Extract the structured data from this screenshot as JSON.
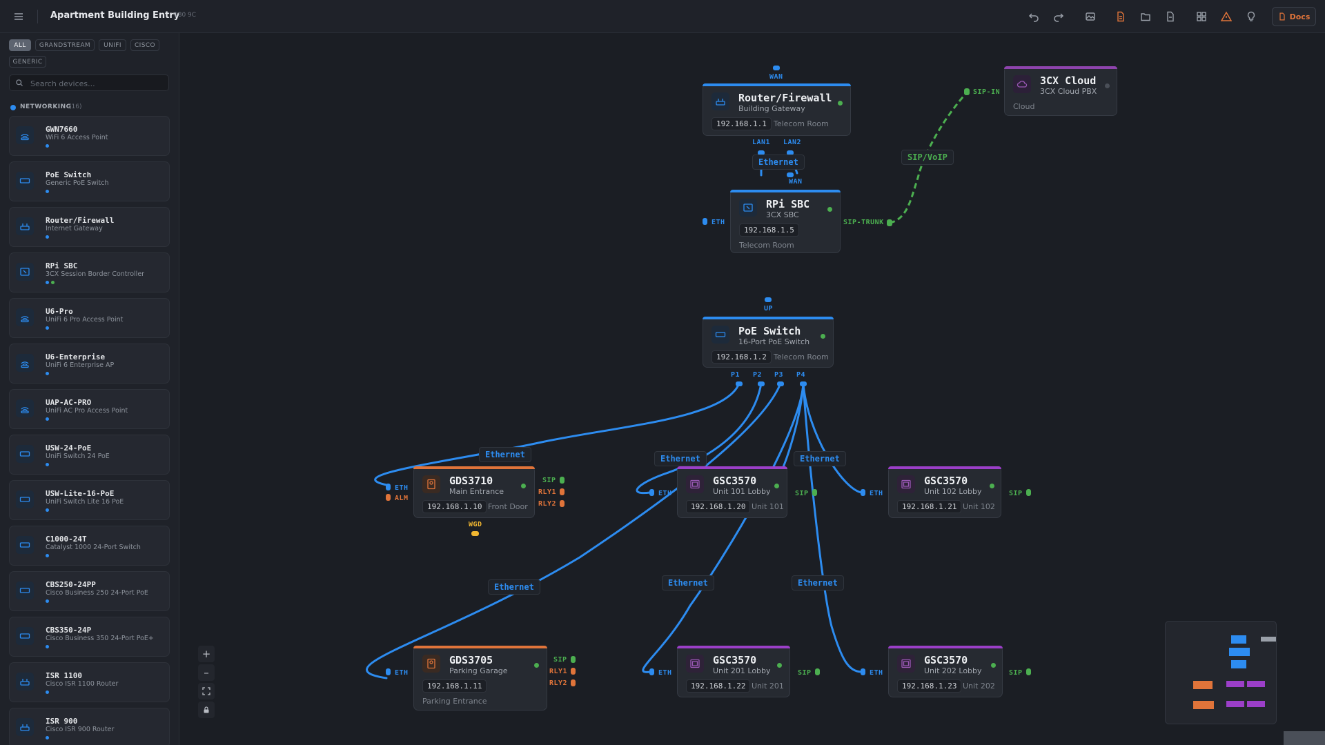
{
  "app": {
    "title": "Apartment Building Entry",
    "subtitle": "180 9C"
  },
  "toolbar": {
    "docs_label": "Docs",
    "icons": [
      "menu-icon",
      "undo-icon",
      "redo-icon",
      "image-icon",
      "pdf-icon",
      "folder-icon",
      "file-icon",
      "grid-icon",
      "warning-icon",
      "bulb-icon",
      "book-icon"
    ],
    "accent": "#e0743a"
  },
  "sidebar": {
    "filters": [
      "ALL",
      "GRANDSTREAM",
      "UNIFI",
      "CISCO",
      "GENERIC"
    ],
    "active_filter": "ALL",
    "search": {
      "placeholder": "Search devices..."
    },
    "section": {
      "label": "NETWORKING",
      "count": "(16)"
    },
    "devices": [
      {
        "name": "GWN7660",
        "desc": "WiFi 6 Access Point",
        "icon": "wifi-ap-icon",
        "dots": [
          "#2d8cf0"
        ]
      },
      {
        "name": "PoE Switch",
        "desc": "Generic PoE Switch",
        "icon": "switch-icon",
        "dots": [
          "#2d8cf0"
        ]
      },
      {
        "name": "Router/Firewall",
        "desc": "Internet Gateway",
        "icon": "router-icon",
        "dots": [
          "#2d8cf0"
        ]
      },
      {
        "name": "RPi SBC",
        "desc": "3CX Session Border Controller",
        "icon": "sbc-icon",
        "dots": [
          "#2d8cf0",
          "#4caf50"
        ]
      },
      {
        "name": "U6-Pro",
        "desc": "UniFi 6 Pro Access Point",
        "icon": "wifi-ap-icon",
        "dots": [
          "#2d8cf0"
        ]
      },
      {
        "name": "U6-Enterprise",
        "desc": "UniFi 6 Enterprise AP",
        "icon": "wifi-ap-icon",
        "dots": [
          "#2d8cf0"
        ]
      },
      {
        "name": "UAP-AC-PRO",
        "desc": "UniFi AC Pro Access Point",
        "icon": "wifi-ap-icon",
        "dots": [
          "#2d8cf0"
        ]
      },
      {
        "name": "USW-24-PoE",
        "desc": "UniFi Switch 24 PoE",
        "icon": "switch-icon",
        "dots": [
          "#2d8cf0"
        ]
      },
      {
        "name": "USW-Lite-16-PoE",
        "desc": "UniFi Switch Lite 16 PoE",
        "icon": "switch-icon",
        "dots": [
          "#2d8cf0"
        ]
      },
      {
        "name": "C1000-24T",
        "desc": "Catalyst 1000 24-Port Switch",
        "icon": "switch-icon",
        "dots": [
          "#2d8cf0"
        ]
      },
      {
        "name": "CBS250-24PP",
        "desc": "Cisco Business 250 24-Port PoE",
        "icon": "switch-icon",
        "dots": [
          "#2d8cf0"
        ]
      },
      {
        "name": "CBS350-24P",
        "desc": "Cisco Business 350 24-Port PoE+",
        "icon": "switch-icon",
        "dots": [
          "#2d8cf0"
        ]
      },
      {
        "name": "ISR 1100",
        "desc": "Cisco ISR 1100 Router",
        "icon": "router-icon",
        "dots": [
          "#2d8cf0"
        ]
      },
      {
        "name": "ISR 900",
        "desc": "Cisco ISR 900 Router",
        "icon": "router-icon",
        "dots": [
          "#2d8cf0"
        ]
      }
    ]
  },
  "nodes": {
    "router": {
      "title": "Router/Firewall",
      "sub": "Building Gateway",
      "ip": "192.168.1.1",
      "loc": "Telecom Room",
      "color": "#2d8cf0"
    },
    "cloud": {
      "title": "3CX Cloud",
      "sub": "3CX Cloud PBX",
      "loc": "Cloud",
      "color": "#8e44ad"
    },
    "sbc": {
      "title": "RPi SBC",
      "sub": "3CX SBC",
      "ip": "192.168.1.5",
      "loc": "Telecom Room",
      "color": "#2d8cf0"
    },
    "switch": {
      "title": "PoE Switch",
      "sub": "16-Port PoE Switch",
      "ip": "192.168.1.2",
      "loc": "Telecom Room",
      "color": "#2d8cf0"
    },
    "gds3710": {
      "title": "GDS3710",
      "sub": "Main Entrance",
      "ip": "192.168.1.10",
      "loc": "Front Door",
      "color": "#e0743a"
    },
    "gsc101": {
      "title": "GSC3570",
      "sub": "Unit 101 Lobby",
      "ip": "192.168.1.20",
      "loc": "Unit 101",
      "color": "#9b3fc8"
    },
    "gsc102": {
      "title": "GSC3570",
      "sub": "Unit 102 Lobby",
      "ip": "192.168.1.21",
      "loc": "Unit 102",
      "color": "#9b3fc8"
    },
    "gds3705": {
      "title": "GDS3705",
      "sub": "Parking Garage",
      "ip": "192.168.1.11",
      "loc": "Parking Entrance",
      "color": "#e0743a"
    },
    "gsc201": {
      "title": "GSC3570",
      "sub": "Unit 201 Lobby",
      "ip": "192.168.1.22",
      "loc": "Unit 201",
      "color": "#9b3fc8"
    },
    "gsc202": {
      "title": "GSC3570",
      "sub": "Unit 202 Lobby",
      "ip": "192.168.1.23",
      "loc": "Unit 202",
      "color": "#9b3fc8"
    }
  },
  "ports": {
    "wan": "WAN",
    "lan1": "LAN1",
    "lan2": "LAN2",
    "sbc_wan": "WAN",
    "eth": "ETH",
    "sip_trunk": "SIP-TRUNK",
    "sip_in": "SIP-IN",
    "up": "UP",
    "p1": "P1",
    "p2": "P2",
    "p3": "P3",
    "p4": "P4",
    "sip": "SIP",
    "rly1": "RLY1",
    "rly2": "RLY2",
    "alm": "ALM",
    "wgd": "WGD"
  },
  "edges": {
    "ethernet": "Ethernet",
    "sipvoip": "SIP/VoIP"
  },
  "colors": {
    "ethernet": "#2d8cf0",
    "sip": "#4caf50",
    "relay": "#e0743a",
    "wiegand": "#f1b731"
  }
}
